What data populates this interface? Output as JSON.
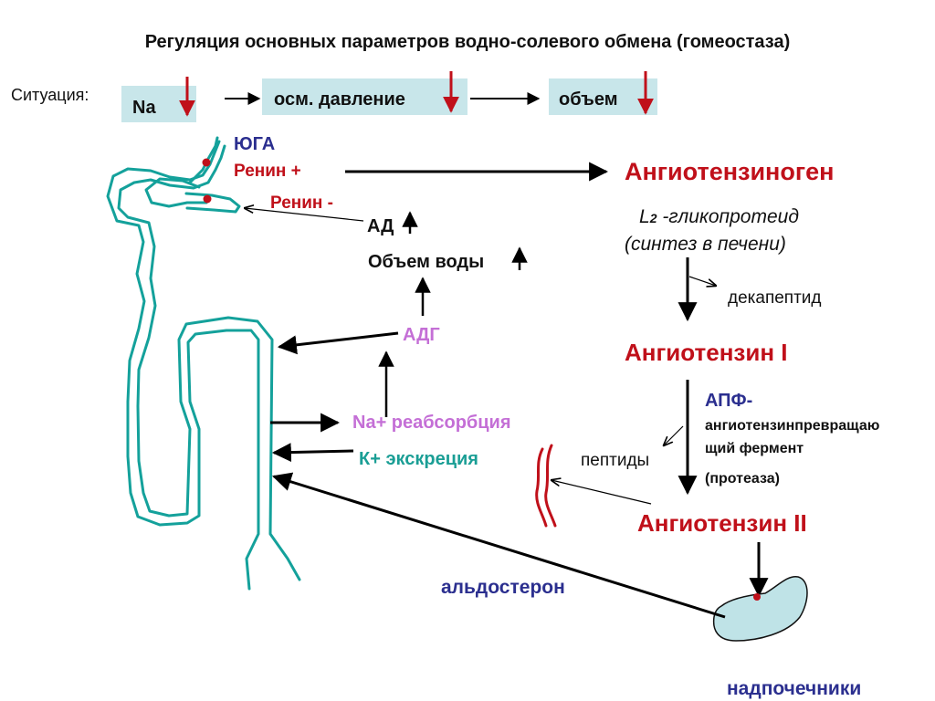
{
  "title": "Регуляция основных параметров водно-солевого обмена (гомеостаза)",
  "situation": {
    "label": "Ситуация:",
    "boxes": [
      "Na",
      "осм. давление",
      "объем"
    ]
  },
  "kidney": {
    "yuga": "ЮГА",
    "renin_plus": "Ренин +",
    "renin_minus": "Ренин -",
    "ad": "АД",
    "water_volume": "Объем воды",
    "adg": "АДГ",
    "na_reabsorption": "Na+ реабсорбция",
    "k_excretion": "К+ экскреция"
  },
  "cascade": {
    "angiotensinogen": "Ангиотензиноген",
    "glycoprotein_prefix": "L",
    "glycoprotein_sub": "2",
    "glycoprotein_rest": " -гликопротеид",
    "synthesis": "(синтез в печени)",
    "decapeptide": "декапептид",
    "angiotensin1": "Ангиотензин I",
    "apf_title": "АПФ-",
    "apf_line1": "ангиотензинпревращаю",
    "apf_line2": "щий фермент",
    "apf_line3": "(протеаза)",
    "peptides": "пептиды",
    "angiotensin2": "Ангиотензин II",
    "aldosterone": "альдостерон",
    "adrenal": "надпочечники"
  },
  "colors": {
    "nephron": "#14a19b",
    "red_text": "#c0101a",
    "blue_text": "#2b2f8f",
    "violet_text": "#c46fd6",
    "teal_text": "#1a9e95",
    "box_fill": "#c8e6ea",
    "red_arrow": "#c0101a",
    "adrenal_fill": "#bfe3e7"
  }
}
